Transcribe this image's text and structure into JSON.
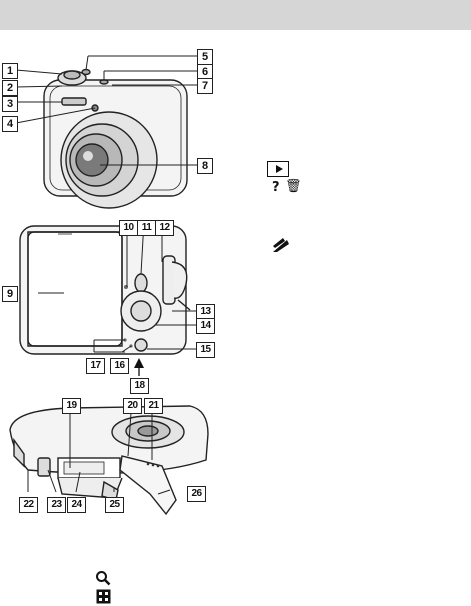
{
  "callouts": {
    "c1": "1",
    "c2": "2",
    "c3": "3",
    "c4": "4",
    "c5": "5",
    "c6": "6",
    "c7": "7",
    "c8": "8",
    "c9": "9",
    "c10": "10",
    "c11": "11",
    "c12": "12",
    "c13": "13",
    "c14": "14",
    "c15": "15",
    "c16": "16",
    "c17": "17",
    "c18": "18",
    "c19": "19",
    "c20": "20",
    "c21": "21",
    "c22": "22",
    "c23": "23",
    "c24": "24",
    "c25": "25",
    "c26": "26"
  },
  "icons": {
    "playback": "playback-button-icon",
    "help": "?",
    "trash": "🗑",
    "strap": "strap-hook-icon",
    "zoom_in": "magnifier-icon",
    "index": "index-grid-icon"
  }
}
